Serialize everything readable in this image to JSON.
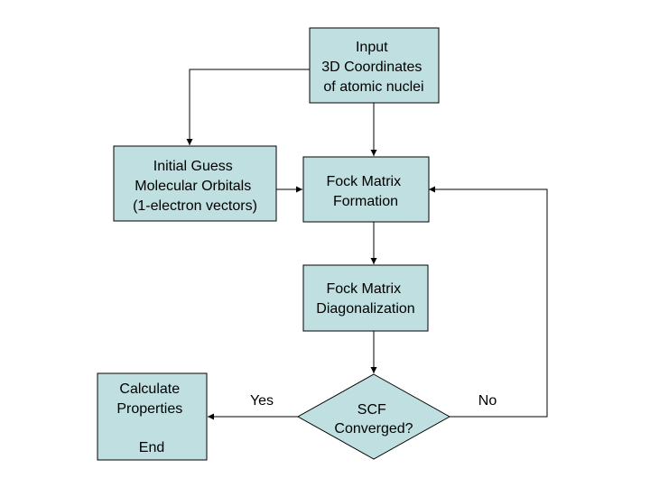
{
  "nodes": {
    "input": {
      "lines": [
        "Input",
        "3D Coordinates",
        "of atomic nuclei"
      ]
    },
    "initial_guess": {
      "lines": [
        "Initial Guess",
        "Molecular Orbitals",
        "(1-electron vectors)"
      ]
    },
    "fock_formation": {
      "lines": [
        "Fock Matrix",
        "Formation"
      ]
    },
    "fock_diagonalization": {
      "lines": [
        "Fock Matrix",
        "Diagonalization"
      ]
    },
    "scf_converged": {
      "lines": [
        "SCF",
        "Converged?"
      ]
    },
    "calculate": {
      "lines": [
        "Calculate",
        "Properties",
        "",
        "End"
      ]
    }
  },
  "edges": {
    "yes_label": "Yes",
    "no_label": "No"
  },
  "colors": {
    "box_fill": "#bfdfe0",
    "stroke": "#000000"
  }
}
